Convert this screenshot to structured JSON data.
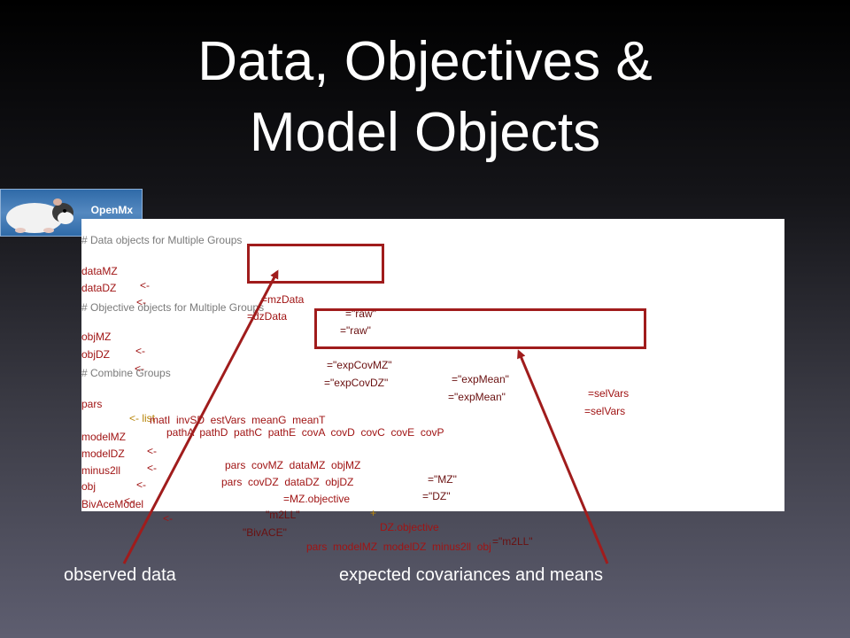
{
  "title": {
    "line1": "Data, Objectives &",
    "line2": "Model Objects"
  },
  "logo": {
    "text": "OpenMx"
  },
  "code": {
    "comment1": "# Data objects for Multiple Groups",
    "dataMZ": {
      "name": "dataMZ",
      "op": "<-",
      "arg1": "=mzData",
      "arg2": "=\"raw\""
    },
    "dataDZ": {
      "name": "dataDZ",
      "op": "<-",
      "arg1": "=dzData",
      "arg2": "=\"raw\""
    },
    "comment2": "# Objective objects for Multiple Groups",
    "objMZ": {
      "name": "objMZ",
      "op": "<-",
      "arg1": "=\"expCovMZ\"",
      "arg2": "=\"expMean\"",
      "arg3": "=selVars"
    },
    "objDZ": {
      "name": "objDZ",
      "op": "<-",
      "arg1": "=\"expCovDZ\"",
      "arg2": "=\"expMean\"",
      "arg3": "=selVars"
    },
    "comment3": "# Combine Groups",
    "pars": {
      "name": "pars",
      "op": "<- list",
      "args": "pathA  pathD  pathC  pathE  covA  covD  covC  covE  covP"
    },
    "pars_cont": "matI  invSD  estVars  meanG  meanT",
    "modelMZ": {
      "name": "modelMZ",
      "op": "<-",
      "args": "pars  covMZ  dataMZ  objMZ",
      "label": "=\"MZ\""
    },
    "modelDZ": {
      "name": "modelDZ",
      "op": "<-",
      "args": "pars  covDZ  dataDZ  objDZ",
      "label": "=\"DZ\""
    },
    "minus2ll": {
      "name": "minus2ll",
      "op": "<-",
      "expr1": "=MZ.objective",
      "plus": "+",
      "expr2": "DZ.objective",
      "label": "=\"m2LL\""
    },
    "obj": {
      "name": "obj",
      "op": "<-",
      "label": "\"m2LL\""
    },
    "bivAce": {
      "name": "BivAceModel",
      "op": "<-",
      "label": "\"BivACE\"",
      "args": "pars  modelMZ  modelDZ  minus2ll  obj"
    }
  },
  "captions": {
    "left": "observed data",
    "right": "expected covariances and means"
  },
  "colors": {
    "highlight": "#a01c1c",
    "code_red": "#a01414"
  }
}
